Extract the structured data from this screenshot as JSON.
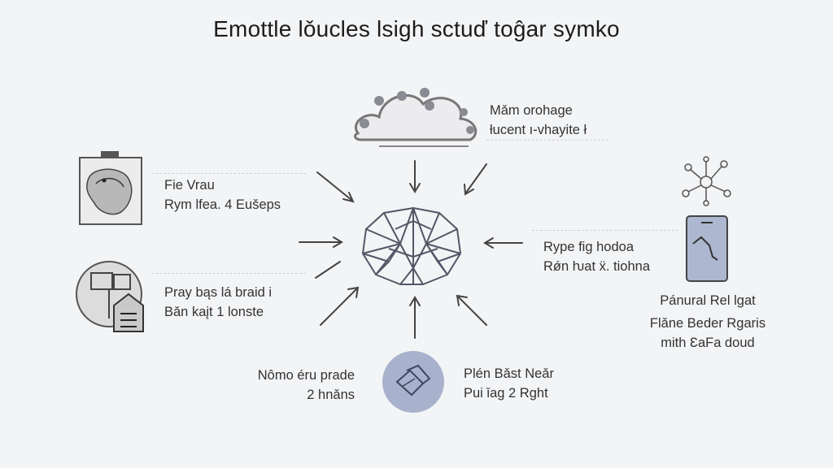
{
  "title": "Emottle lǒucles lsigh sctuď toĝar symko",
  "nodes": {
    "top_right": {
      "line1": "Mǎm orohage",
      "line2": "ƚucent ı-vhayite ł",
      "icon": "cloud-icon"
    },
    "left_upper": {
      "line1": "Fie Vrau",
      "line2": "Rym lfea. 4 Eušeps",
      "icon": "creature-card-icon"
    },
    "left_lower": {
      "line1": "Pray bąs lá braid i",
      "line2": "Bǎn kaįt 1 lonste",
      "icon": "sign-badge-icon"
    },
    "right_mid": {
      "line1": "Rype fig hodoa",
      "line2": "Rǿn ƕat ẍ. tiohna",
      "icon": "molecule-icon"
    },
    "right_lower": {
      "line1": "Pánural Rel lgat",
      "line2": "Flǎne Beder Rgaris",
      "line3": "mith ƐaFa doud",
      "icon": "tablet-icon"
    },
    "bottom_left": {
      "line1": "Nômo éru prade",
      "line2": "2 hnǎns"
    },
    "bottom_right": {
      "line1": "Plén Bǎst Neǎr",
      "line2": "Pui ǐag 2 Rght"
    },
    "bottom_center": {
      "icon": "document-stack-icon",
      "fill": "#a9b2cc"
    }
  },
  "center": {
    "icon": "geometric-brain-icon"
  },
  "colors": {
    "icon_stroke": "#555566",
    "accent_fill": "#a9b2cc",
    "device_fill": "#aeb7d0"
  }
}
